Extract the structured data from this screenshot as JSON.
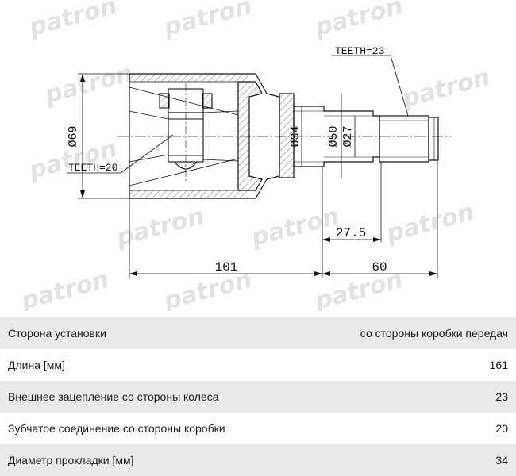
{
  "watermark": "patron",
  "drawing": {
    "teeth_outer": "TEETH=23",
    "teeth_inner": "TEETH=20",
    "dim_d69": "Ø69",
    "dim_d34": "Ø34",
    "dim_d50": "Ø50",
    "dim_d27": "Ø27",
    "dim_27_5": "27.5",
    "dim_101": "101",
    "dim_60": "60"
  },
  "specs": [
    {
      "label": "Сторона установки",
      "value": "со стороны коробки передач"
    },
    {
      "label": "Длина [мм]",
      "value": "161"
    },
    {
      "label": "Внешнее зацепление со стороны колеса",
      "value": "23"
    },
    {
      "label": "Зубчатое соединение со стороны коробки",
      "value": "20"
    },
    {
      "label": "Диаметр прокладки [мм]",
      "value": "34"
    }
  ]
}
